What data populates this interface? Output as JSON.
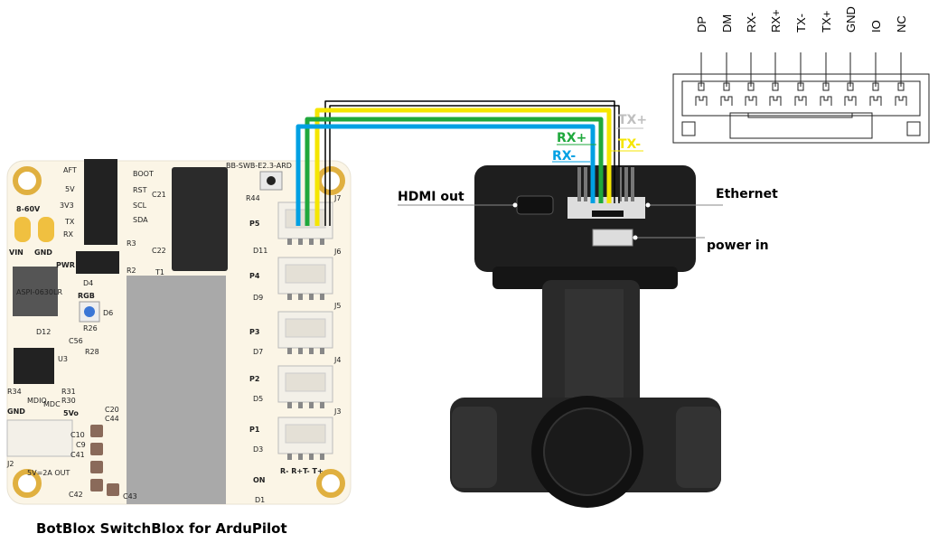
{
  "title": "BotBlox SwitchBlox for ArduPilot",
  "board": {
    "silkscreen": [
      "AFT",
      "5V",
      "3V3",
      "TX",
      "RX",
      "BOOT",
      "RST",
      "SCL",
      "SDA",
      "8-60V",
      "VIN",
      "GND",
      "PWR",
      "RGB",
      "BB-SWB-E2.3-ARD",
      "R44",
      "J7",
      "J6",
      "J5",
      "J4",
      "J3",
      "J2",
      "P5",
      "P4",
      "P3",
      "P2",
      "P1",
      "D11",
      "D9",
      "D7",
      "D5",
      "D3",
      "D1",
      "ON",
      "R- R+T- T+",
      "GND",
      "5Vo",
      "5V=2A OUT",
      "ASPI-0630LR",
      "D4",
      "D6",
      "D12",
      "U3",
      "R34",
      "C44",
      "C10",
      "C9",
      "C41",
      "C42",
      "C43",
      "C56",
      "R26",
      "R28",
      "R31",
      "R30",
      "C20",
      "MDIO",
      "MDC",
      "R3",
      "R2",
      "T1",
      "C21",
      "C22"
    ]
  },
  "camera": {
    "labels": {
      "hdmi": "HDMI out",
      "ethernet": "Ethernet",
      "power": "power in"
    }
  },
  "wires": [
    {
      "label": "RX-",
      "color": "#00a0e3"
    },
    {
      "label": "RX+",
      "color": "#1fa83c"
    },
    {
      "label": "TX-",
      "color": "#f5e600"
    },
    {
      "label": "TX+",
      "color": "#bfbfbf"
    }
  ],
  "pinout": {
    "pins": [
      "DP",
      "DM",
      "RX-",
      "RX+",
      "TX-",
      "TX+",
      "GND",
      "IO",
      "NC"
    ]
  }
}
